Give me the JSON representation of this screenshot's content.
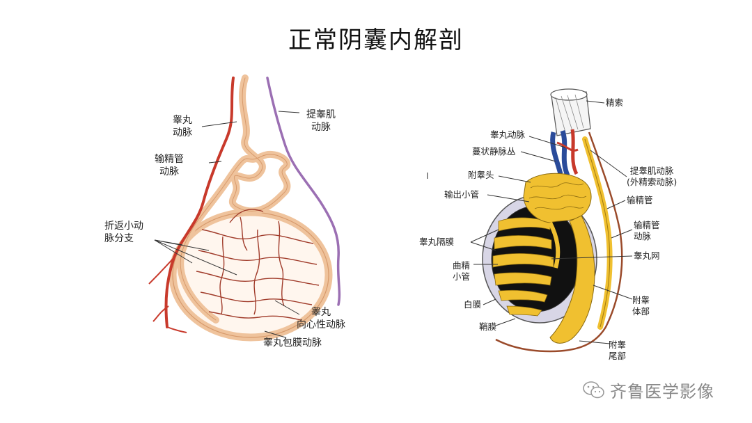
{
  "title": "正常阴囊内解剖",
  "left_diagram": {
    "labels": {
      "testicular_artery": [
        "睾丸",
        "动脉"
      ],
      "cremasteric_artery": [
        "提睾肌",
        "动脉"
      ],
      "deferential_artery": [
        "输精管",
        "动脉"
      ],
      "recurrent_branches": [
        "折返小动",
        "脉分支"
      ],
      "centripetal_artery": [
        "睾丸",
        "向心性动脉"
      ],
      "capsular_artery": "睾丸包膜动脉"
    }
  },
  "right_diagram": {
    "labels": {
      "spermatic_cord": "精索",
      "testicular_artery": "睾丸动脉",
      "pampiniform_plexus": "蔓状静脉丛",
      "epididymis_head": "附睾头",
      "efferent_ducts": "输出小管",
      "cremasteric_artery": [
        "提睾肌动脉",
        "(外精索动脉)"
      ],
      "vas_deferens": "输精管",
      "deferential_artery": [
        "输精管",
        "动脉"
      ],
      "septa": "睾丸隔膜",
      "rete_testis": "睾丸网",
      "seminiferous_tubules": [
        "曲精",
        "小管"
      ],
      "tunica_albuginea": "白膜",
      "epididymis_body": [
        "附睾",
        "体部"
      ],
      "tunica_vaginalis": "鞘膜",
      "epididymis_tail": [
        "附睾",
        "尾部"
      ]
    }
  },
  "stray_mark": "I",
  "watermark": "齐鲁医学影像",
  "colors": {
    "artery_red": "#c8392b",
    "tan": "#f2c9a0",
    "tan_edge": "#d9a074",
    "purple": "#9b6fb3",
    "dark_red": "#7a2e20",
    "yellow": "#f0c030",
    "capsule": "#d8d6e6"
  }
}
